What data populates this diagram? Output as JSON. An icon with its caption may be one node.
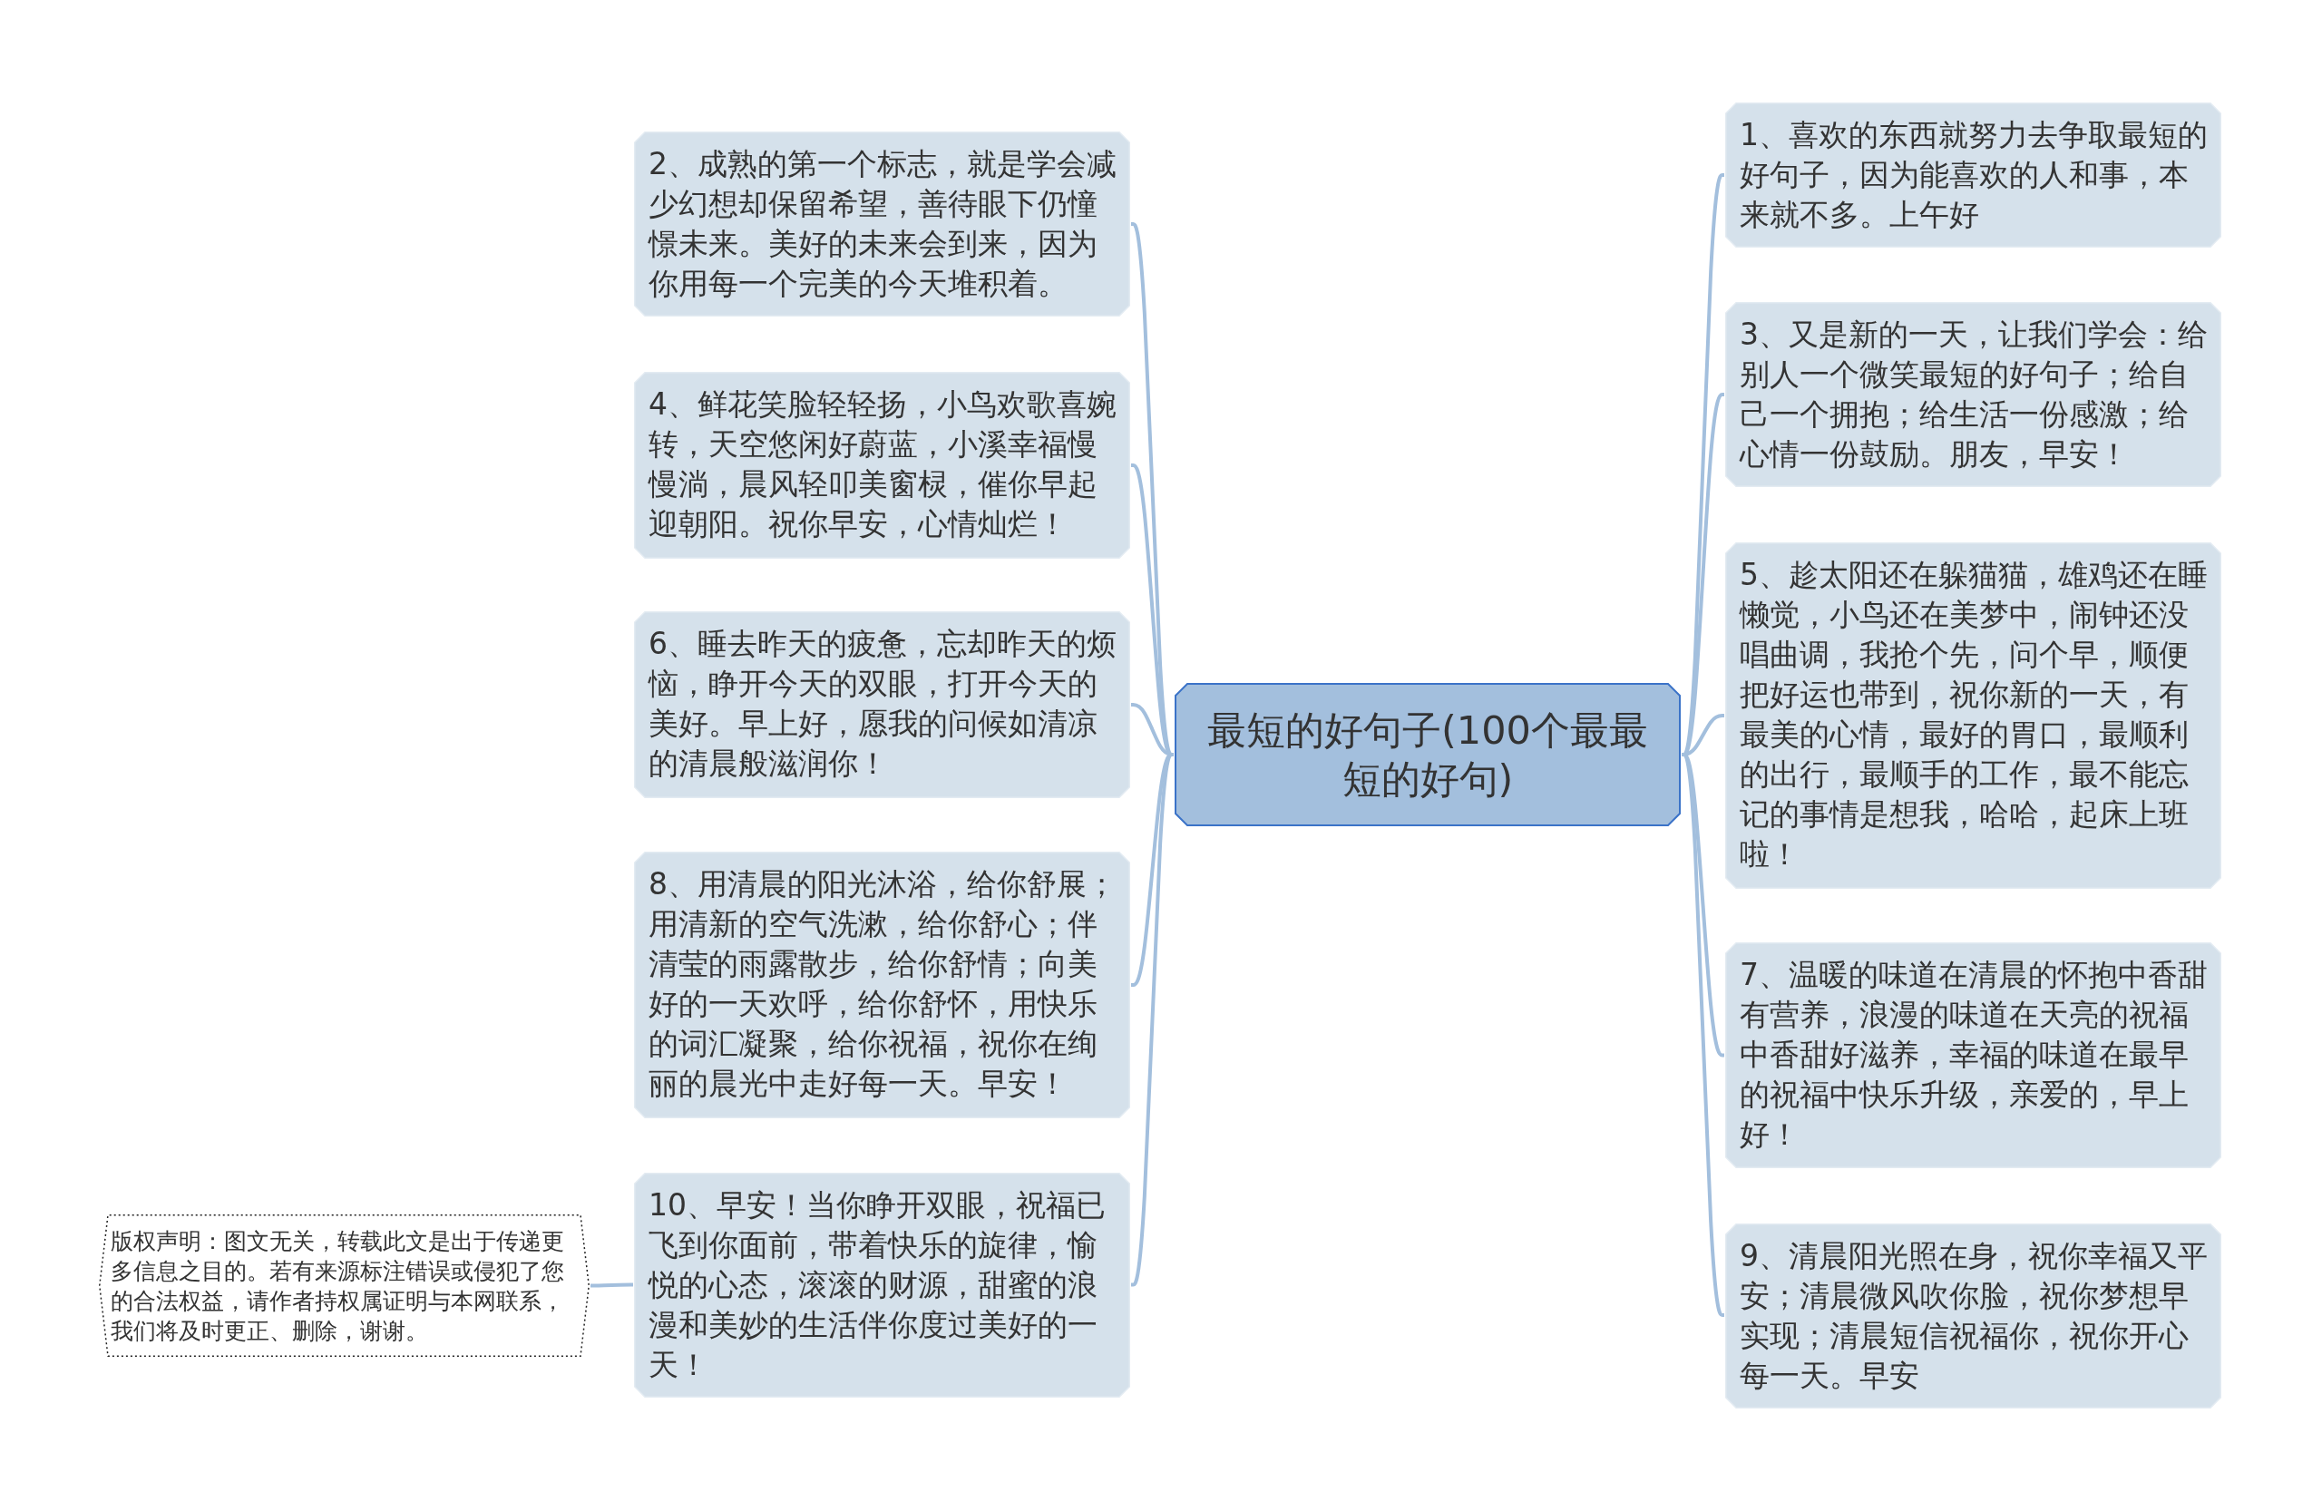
{
  "diagram": {
    "nodes": [
      {
        "text": [
          "最短的好句子(100个最最短的好句)"
        ]
      },
      {
        "text": [
          "1、喜欢的东西就努力去争取最短的好句子，因为能喜欢的人和事，本来就不多。上午好"
        ]
      },
      {
        "text": [
          "2、成熟的第一个标志，就是学会减少幻想却保留希望，善待眼下仍憧憬未来。美好的未来会到来，因为你用每一个完美的今天堆积着。"
        ]
      },
      {
        "text": [
          "3、又是新的一天，让我们学会：给别人一个微笑最短的好句子；给自己一个拥抱；给生活一份感激；给心情一份鼓励。朋友，早安！"
        ]
      },
      {
        "text": [
          "4、鲜花笑脸轻轻扬，小鸟欢歌喜婉转，天空悠闲好蔚蓝，小溪幸福慢慢淌，晨风轻叩美窗棂，催你早起迎朝阳。祝你早安，心情灿烂！"
        ]
      },
      {
        "text": [
          "5、趁太阳还在躲猫猫，雄鸡还在睡懒觉，小鸟还在美梦中，闹钟还没唱曲调，我抢个先，问个早，顺便把好运也带到，祝你新的一天，有最美的心情，最好的胃口，最顺利的出行，最顺手的工作，最不能忘记的事情是想我，哈哈，起床上班啦！"
        ]
      },
      {
        "text": [
          "6、睡去昨天的疲惫，忘却昨天的烦恼，睁开今天的双眼，打开今天的美好。早上好，愿我的问候如清凉的清晨般滋润你！"
        ]
      },
      {
        "text": [
          "7、温暖的味道在清晨的怀抱中香甜有营养，浪漫的味道在天亮的祝福中香甜好滋养，幸福的味道在最早的祝福中快乐升级，亲爱的，早上好！"
        ]
      },
      {
        "text": [
          "8、用清晨的阳光沐浴，给你舒展；用清新的空气洗漱，给你舒心；伴清莹的雨露散步，给你舒情；向美好的一天欢呼，给你舒怀，用快乐的词汇凝聚，给你祝福，祝你在绚丽的晨光中走好每一天。早安！"
        ]
      },
      {
        "text": [
          "9、清晨阳光照在身，祝你幸福又平安；清晨微风吹你脸，祝你梦想早实现；清晨短信祝福你，祝你开心每一天。早安"
        ]
      },
      {
        "text": [
          "10、早安！当你睁开双眼，祝福已飞到你面前，带着快乐的旋律，愉悦的心态，滚滚的财源，甜蜜的浪漫和美妙的生活伴你度过美好的一天！"
        ]
      },
      {
        "text": [
          "版权声明：图文无关，转载此文是出于传递更多信息之目的。若有来源标注错误或侵犯了您的合法权益，请作者持权属证明与本网联系，我们将及时更正、删除，谢谢。"
        ]
      }
    ],
    "edges": [
      {
        "from": 0,
        "to": 1,
        "arrow": "none"
      },
      {
        "from": 0,
        "to": 2,
        "arrow": "none"
      },
      {
        "from": 0,
        "to": 3,
        "arrow": "none"
      },
      {
        "from": 0,
        "to": 4,
        "arrow": "none"
      },
      {
        "from": 0,
        "to": 5,
        "arrow": "none"
      },
      {
        "from": 0,
        "to": 6,
        "arrow": "none"
      },
      {
        "from": 0,
        "to": 7,
        "arrow": "none"
      },
      {
        "from": 0,
        "to": 8,
        "arrow": "none"
      },
      {
        "from": 0,
        "to": 9,
        "arrow": "none"
      },
      {
        "from": 0,
        "to": 10,
        "arrow": "none"
      },
      {
        "from": 10,
        "to": 11,
        "arrow": "none"
      }
    ]
  }
}
